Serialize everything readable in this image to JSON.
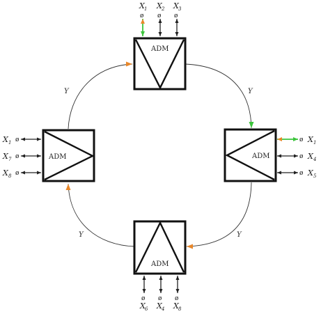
{
  "colors": {
    "outline": "#111111",
    "ring_arrow": "#e8872a",
    "port_active": "#3cc43c",
    "port_accent": "#e8872a"
  },
  "adm_label": "ADM",
  "ring_labels": [
    "Y",
    "Y",
    "Y",
    "Y"
  ],
  "nodes": [
    {
      "position": "top",
      "ports": [
        {
          "main": "X",
          "sub": "1"
        },
        {
          "main": "X",
          "sub": "2"
        },
        {
          "main": "X",
          "sub": "3"
        }
      ]
    },
    {
      "position": "right",
      "ports": [
        {
          "main": "X",
          "sub": "1"
        },
        {
          "main": "X",
          "sub": "4"
        },
        {
          "main": "X",
          "sub": "5"
        }
      ]
    },
    {
      "position": "bottom",
      "ports": [
        {
          "main": "X",
          "sub": "6"
        },
        {
          "main": "X",
          "sub": "4"
        },
        {
          "main": "X",
          "sub": "8"
        }
      ]
    },
    {
      "position": "left",
      "ports": [
        {
          "main": "X",
          "sub": "1"
        },
        {
          "main": "X",
          "sub": "7"
        },
        {
          "main": "X",
          "sub": "8"
        }
      ]
    }
  ]
}
